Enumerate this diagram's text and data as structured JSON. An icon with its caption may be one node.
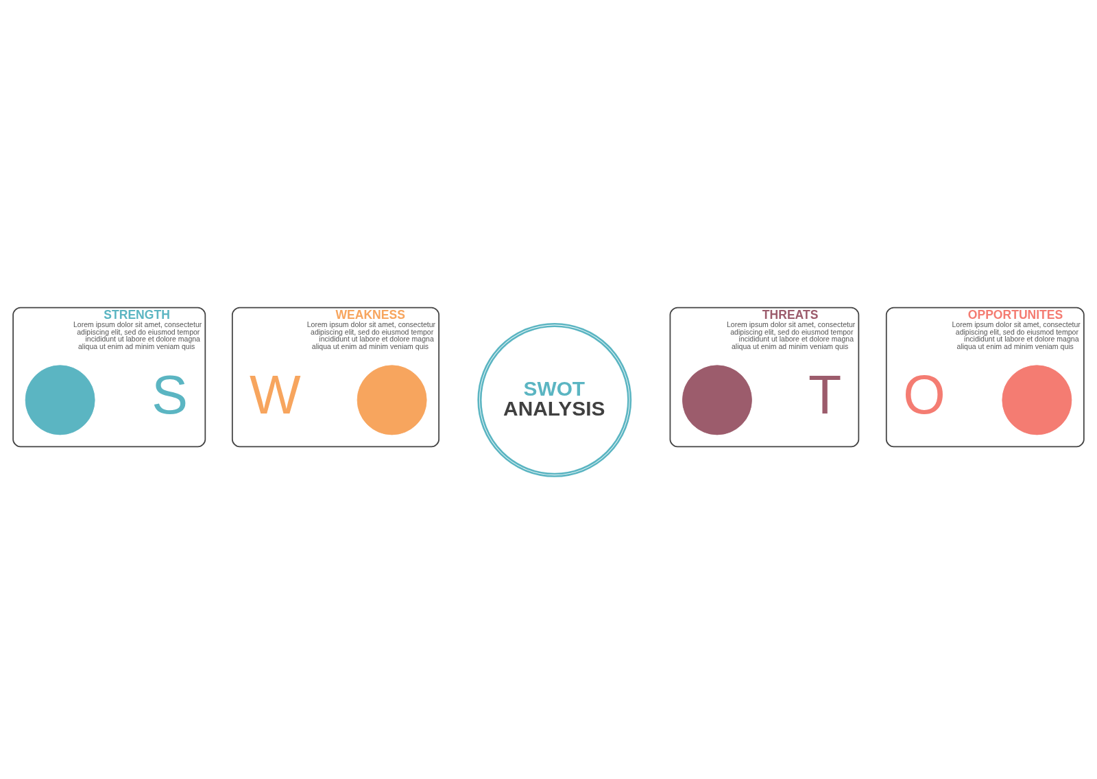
{
  "diagram": {
    "nodes": [
      {
        "text": [
          "STRENGTH",
          "Lorem ipsum dolor sit amet, consectetur adipiscing elit, sed do eiusmod tempor incididunt ut labore et dolore magna aliqua ut enim ad minim veniam quis"
        ],
        "beside": [
          "S"
        ]
      },
      {
        "text": [],
        "shape": "circle",
        "in": 0
      },
      {
        "text": [
          "WEAKNESS",
          "Lorem ipsum dolor sit amet, consectetur adipiscing elit, sed do eiusmod tempor incididunt ut labore et dolore magna aliqua ut enim ad minim veniam quis"
        ],
        "beside": [
          "W"
        ]
      },
      {
        "text": [],
        "shape": "circle",
        "in": 2
      },
      {
        "text": [
          "SWOT",
          "ANALYSIS"
        ]
      },
      {
        "text": [
          "THREATS",
          "Lorem ipsum dolor sit amet, consectetur adipiscing elit, sed do eiusmod tempor incididunt ut labore et dolore magna aliqua ut enim ad minim veniam quis"
        ],
        "beside": [
          "T"
        ]
      },
      {
        "text": [],
        "shape": "circle",
        "in": 5
      },
      {
        "text": [
          "OPPORTUNITES",
          "Lorem ipsum dolor sit amet, consectetur adipiscing elit, sed do eiusmod tempor incididunt ut labore et dolore magna aliqua ut enim ad minim veniam quis"
        ],
        "beside": [
          "O"
        ]
      },
      {
        "text": [],
        "shape": "circle",
        "in": 7
      }
    ]
  }
}
